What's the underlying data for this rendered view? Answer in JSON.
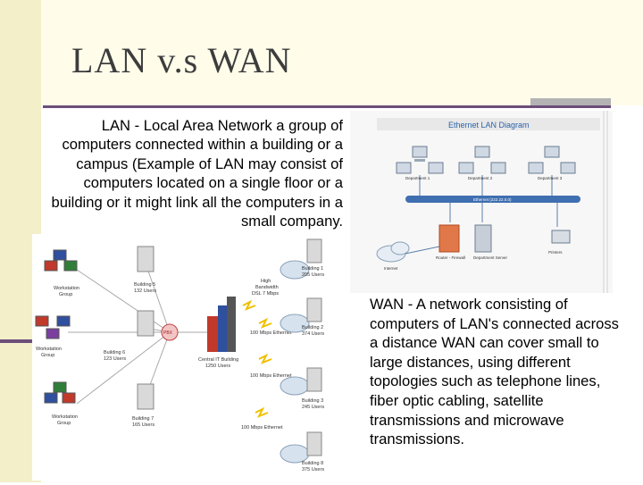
{
  "slide": {
    "title": "LAN v.s WAN",
    "lan_text": "LAN - Local Area Network a group of computers connected within a building or a campus (Example of LAN may consist of computers located on a single floor or a building or it might link all the computers in a small company.",
    "wan_text": "WAN - A network consisting of computers of LAN's connected across a distance WAN can cover small to large distances, using different topologies such as telephone lines, fiber optic cabling, satellite transmissions and microwave transmissions."
  },
  "lan_diagram": {
    "title": "Ethernet LAN Diagram",
    "bus_label": "Ethernet (222.22.0.0)",
    "departments": [
      "Department 1",
      "Department 2",
      "Department 3"
    ],
    "internet_label": "Internet",
    "router_label": "Router - Firewall",
    "server_label": "Department Server",
    "printer_label": "Printers"
  },
  "wan_diagram": {
    "workstation_label": "Workstation",
    "group_label": "Group",
    "building5": "Building 5",
    "building5_users": "132 Users",
    "building6": "Building 6",
    "building6_users": "123 Users",
    "building7": "Building 7",
    "building7_users": "165 Users",
    "building1": "Building 1",
    "building1_users": "205 Users",
    "building2": "Building 2",
    "building2_users": "374 Users",
    "building3": "Building 3",
    "building3_users": "245 Users",
    "building8": "Building 8",
    "building8_users": "375 Users",
    "high_bw_1": "High",
    "high_bw_2": "Bandwidth",
    "high_bw_3": "DSL 7 Mbps",
    "pbx": "PBX",
    "central_1": "Central IT Building",
    "central_2": "1250 Users",
    "eth1": "100 Mbps Ethernet",
    "eth2": "100 Mbps Ethernet",
    "eth3": "100 Mbps Ethernet"
  },
  "colors": {
    "left_band": "#f2efc9",
    "top_band": "#fffdea",
    "rule": "#6b4e7a"
  }
}
